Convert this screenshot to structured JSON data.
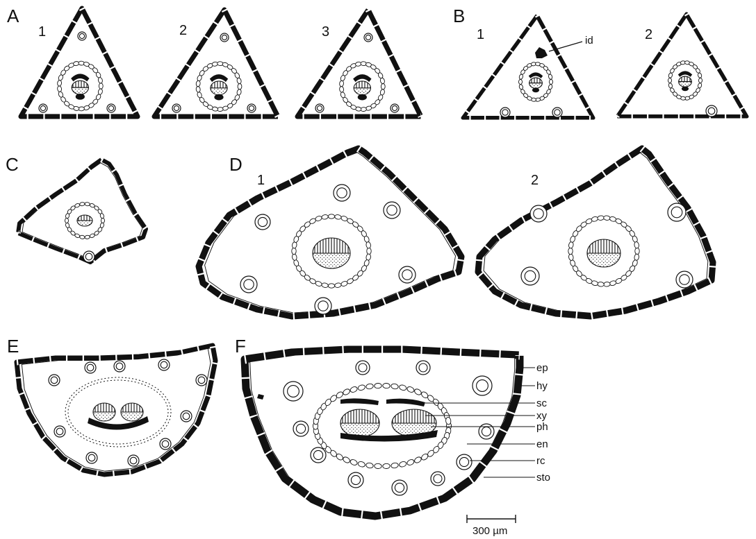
{
  "panels": {
    "A": {
      "letter": "A",
      "subs": [
        "1",
        "2",
        "3"
      ]
    },
    "B": {
      "letter": "B",
      "subs": [
        "1",
        "2"
      ],
      "callout": "id"
    },
    "C": {
      "letter": "C"
    },
    "D": {
      "letter": "D",
      "subs": [
        "1",
        "2"
      ]
    },
    "E": {
      "letter": "E"
    },
    "F": {
      "letter": "F",
      "labels": [
        "ep",
        "hy",
        "sc",
        "xy",
        "ph",
        "en",
        "rc",
        "sto"
      ]
    }
  },
  "scale_bar": {
    "label": "300 µm"
  },
  "colors": {
    "ink": "#111111",
    "paper": "#ffffff"
  }
}
